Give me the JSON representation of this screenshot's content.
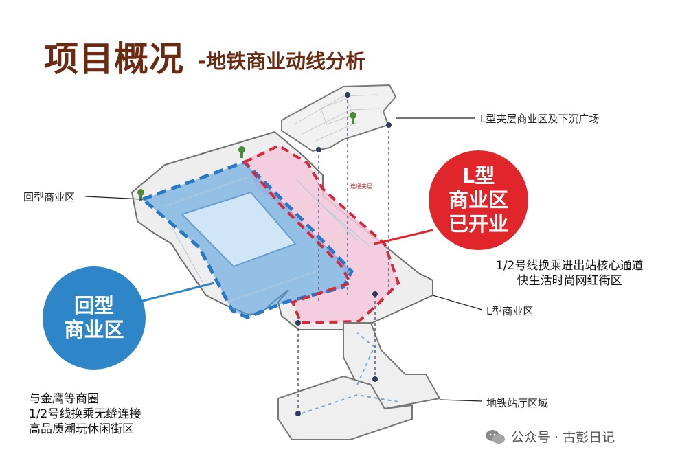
{
  "title": {
    "main": "项目概况",
    "sub": "-地铁商业动线分析"
  },
  "labels": {
    "l_mezzanine": "L型夹层商业区及下沉广场",
    "hui_zone": "回型商业区",
    "l_zone": "L型商业区",
    "station_hall": "地铁站厅区域",
    "link_small": "连通夹层"
  },
  "callouts": {
    "l_open": {
      "lines": [
        "L型",
        "商业区",
        "已开业"
      ],
      "color": "#e0262a"
    },
    "hui_type": {
      "lines": [
        "回型",
        "商业区"
      ],
      "color": "#2e86c8"
    }
  },
  "notes": {
    "right": [
      "1/2号线换乘进出站核心通道",
      "快生活时尚网红街区"
    ],
    "left": [
      "与金鹰等商圈",
      "1/2号线换乘无缝连接",
      "高品质潮玩休闲街区"
    ]
  },
  "watermark": {
    "text": "公众号 · 古彭日记"
  },
  "colors": {
    "title": "#6b2a12",
    "blue_zone": "#4a9be0",
    "red_zone": "#d8283a",
    "pink_fill": "#f3c8dc"
  }
}
